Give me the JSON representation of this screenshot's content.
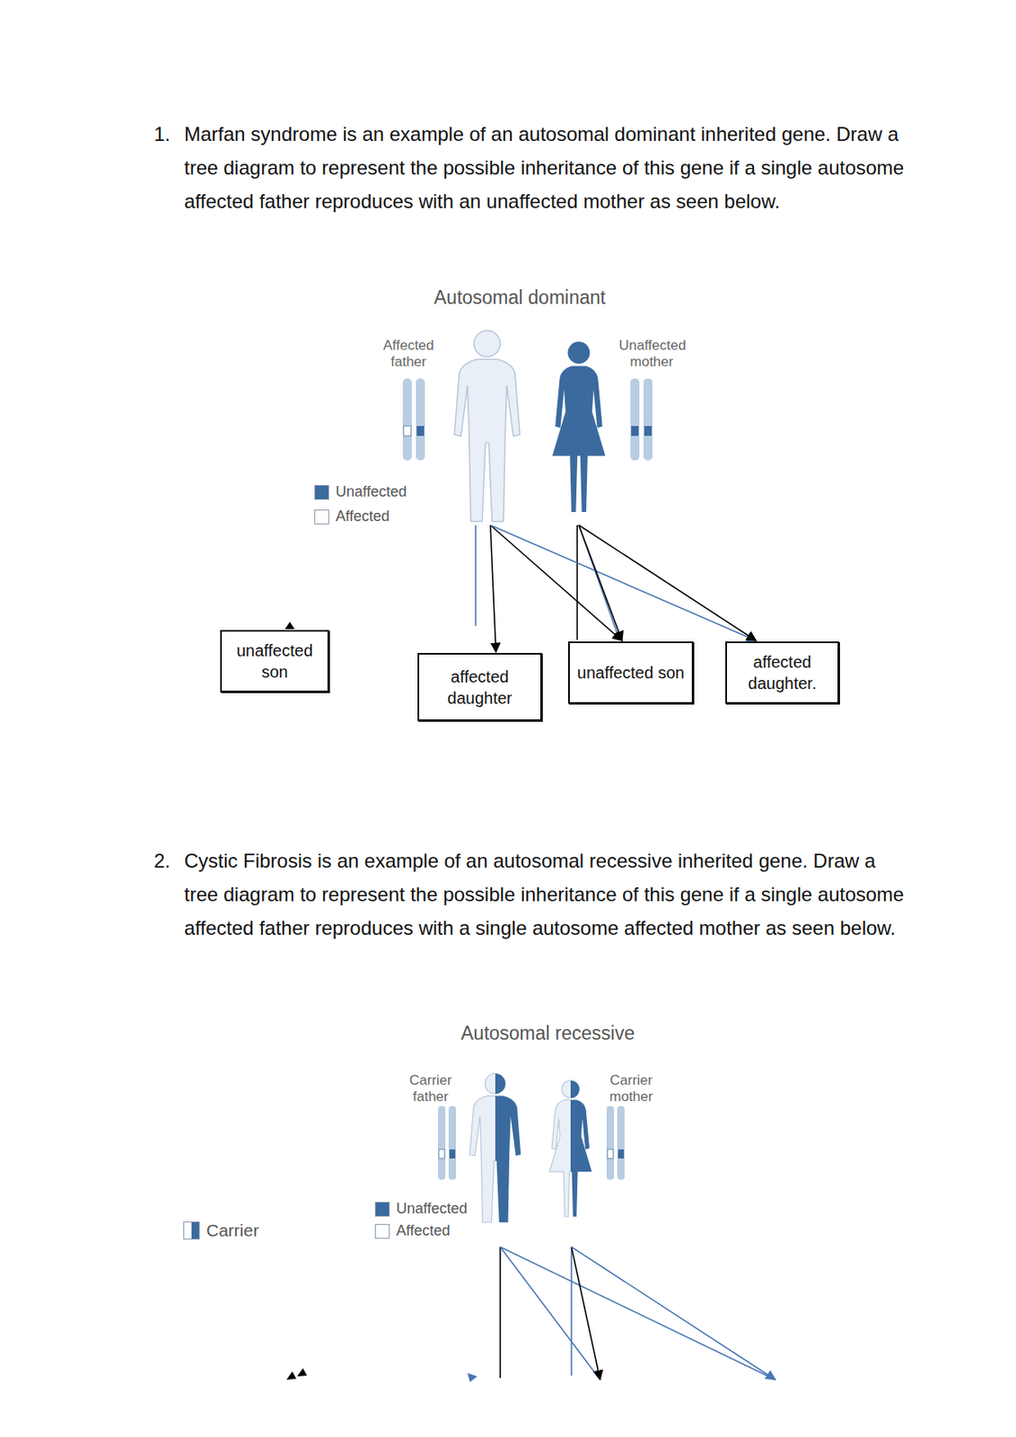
{
  "diagram": {
    "nodes": [
      {
        "text": [
          "Affected father"
        ]
      },
      {
        "text": [
          "Unaffected mother"
        ]
      },
      {
        "text": [
          "unaffected son"
        ]
      },
      {
        "text": [
          "affected daughter"
        ]
      },
      {
        "text": [
          "unaffected son"
        ]
      },
      {
        "text": [
          "affected daughter."
        ]
      },
      {
        "text": [
          "Carrier father"
        ]
      },
      {
        "text": [
          "Carrier mother"
        ]
      }
    ],
    "edges": [
      {
        "from": 0,
        "to": 3,
        "arrow": "to"
      },
      {
        "from": 0,
        "to": 4,
        "arrow": "to"
      },
      {
        "from": 0,
        "to": 5,
        "arrow": "to"
      },
      {
        "from": 1,
        "to": 4,
        "arrow": "to"
      },
      {
        "from": 1,
        "to": 5,
        "arrow": "to"
      }
    ],
    "labels": [
      "1.",
      "Marfan syndrome is an example of an autosomal dominant inherited gene. Draw a tree diagram to represent the possible inheritance of this gene if a single autosome affected father reproduces with an unaffected mother as seen below.",
      "Autosomal dominant",
      "2.",
      "Cystic Fibrosis is an example of an autosomal recessive inherited gene. Draw a tree diagram to represent the possible inheritance of this gene if a single autosome affected father reproduces with a single autosome affected mother as seen below.",
      "Autosomal recessive"
    ],
    "legend": [
      {
        "text": "Unaffected",
        "color": "#3b6a9e"
      },
      {
        "text": "Affected",
        "color": "#ffffff"
      },
      {
        "text": "Unaffected",
        "color": "#3b6a9e"
      },
      {
        "text": "Carrier"
      },
      {
        "text": "Affected",
        "color": "#ffffff"
      }
    ]
  }
}
